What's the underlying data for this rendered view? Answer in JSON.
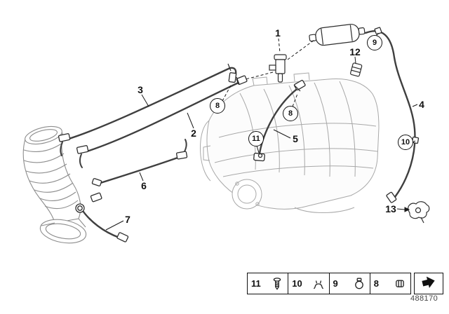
{
  "diagram": {
    "number": "488170",
    "colors": {
      "background": "#ffffff",
      "line": "#2d2d2d",
      "engine_line": "#a8a8a8"
    },
    "callouts": [
      {
        "label": "1",
        "shape": "plain"
      },
      {
        "label": "12",
        "shape": "plain"
      },
      {
        "label": "9",
        "shape": "circled"
      },
      {
        "label": "3",
        "shape": "plain"
      },
      {
        "label": "8",
        "shape": "circled"
      },
      {
        "label": "8",
        "shape": "circled"
      },
      {
        "label": "2",
        "shape": "plain"
      },
      {
        "label": "4",
        "shape": "plain"
      },
      {
        "label": "11",
        "shape": "circled"
      },
      {
        "label": "5",
        "shape": "plain"
      },
      {
        "label": "10",
        "shape": "circled"
      },
      {
        "label": "6",
        "shape": "plain"
      },
      {
        "label": "13",
        "shape": "plain"
      },
      {
        "label": "7",
        "shape": "plain"
      }
    ],
    "legend": {
      "items": [
        {
          "label": "11",
          "icon": "screw-icon"
        },
        {
          "label": "10",
          "icon": "spring-clip-icon"
        },
        {
          "label": "9",
          "icon": "hose-clamp-icon"
        },
        {
          "label": "8",
          "icon": "retaining-clip-icon"
        }
      ],
      "arrow_icon": "continuation-arrow-icon"
    }
  }
}
